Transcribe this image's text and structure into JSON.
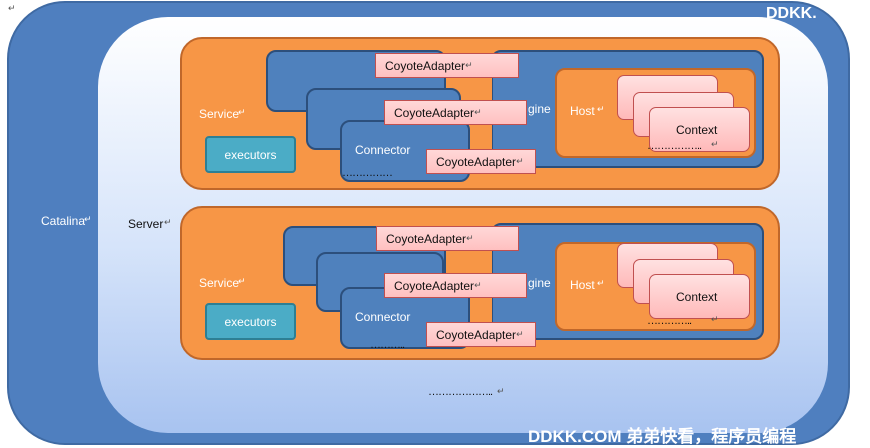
{
  "catalina_label": "Catalina",
  "server_label": "Server",
  "para_mark": "↵",
  "top_watermark": "DDKK.",
  "bottom_watermark": "DDKK.COM 弟弟快看，程序员编程",
  "services": [
    {
      "service_label": "Service",
      "executors_label": "executors",
      "connector_label": "Connector",
      "engine_label": "gine",
      "host_label": "Host",
      "context_label": "Context",
      "adapters": [
        "CoyoteAdapter",
        "CoyoteAdapter",
        "CoyoteAdapter"
      ],
      "dots_connector": "……………",
      "dots_context": "…………….."
    },
    {
      "service_label": "Service",
      "executors_label": "executors",
      "connector_label": "Connector",
      "engine_label": "gine",
      "host_label": "Host",
      "context_label": "Context",
      "adapters": [
        "CoyoteAdapter",
        "CoyoteAdapter",
        "CoyoteAdapter"
      ],
      "dots_connector": "………..",
      "dots_context": "………….."
    }
  ],
  "server_dots": "……………….."
}
